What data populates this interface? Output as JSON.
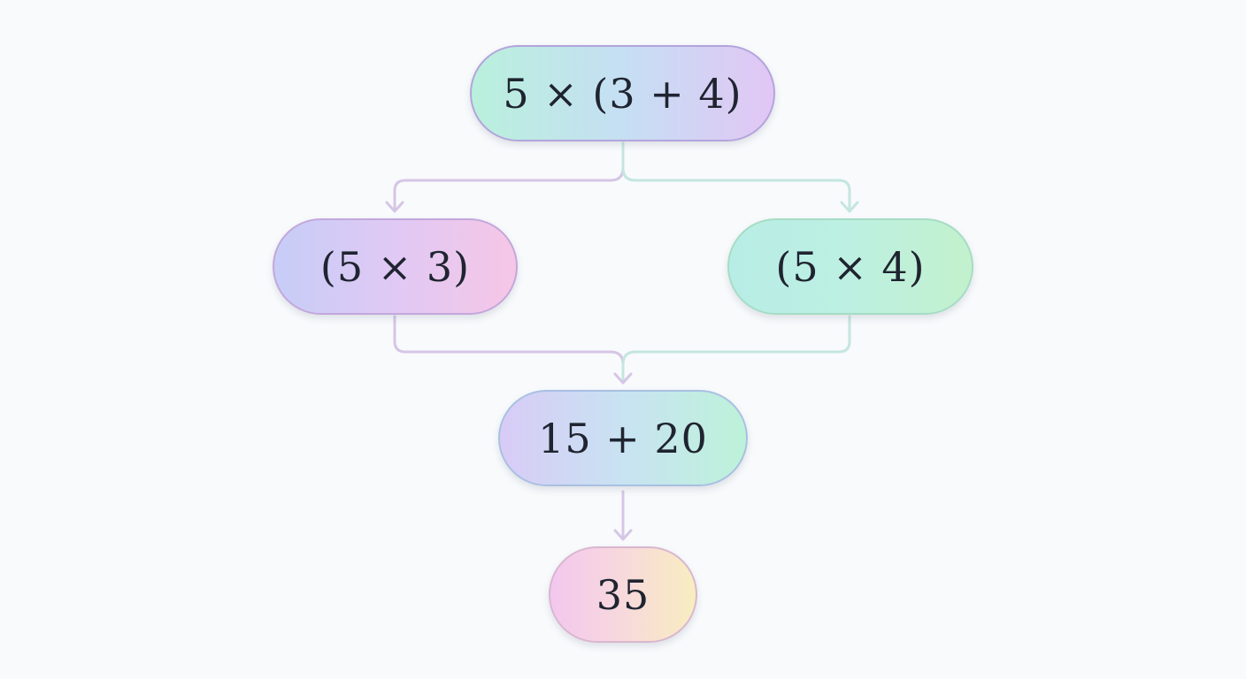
{
  "diagram": {
    "nodes": {
      "root": {
        "label": "5 × (3 + 4)"
      },
      "left": {
        "label": "(5 × 3)"
      },
      "right": {
        "label": "(5 × 4)"
      },
      "sum": {
        "label": "15 + 20"
      },
      "result": {
        "label": "35"
      }
    },
    "edges": [
      {
        "from": "root",
        "to": "left"
      },
      {
        "from": "root",
        "to": "right"
      },
      {
        "from": "left",
        "to": "sum"
      },
      {
        "from": "right",
        "to": "sum"
      },
      {
        "from": "sum",
        "to": "result"
      }
    ],
    "colors": {
      "background": "#f8fafc",
      "connector_purple": "#d6c6e6",
      "connector_teal": "#c4e6df",
      "text": "#1f2430"
    }
  }
}
